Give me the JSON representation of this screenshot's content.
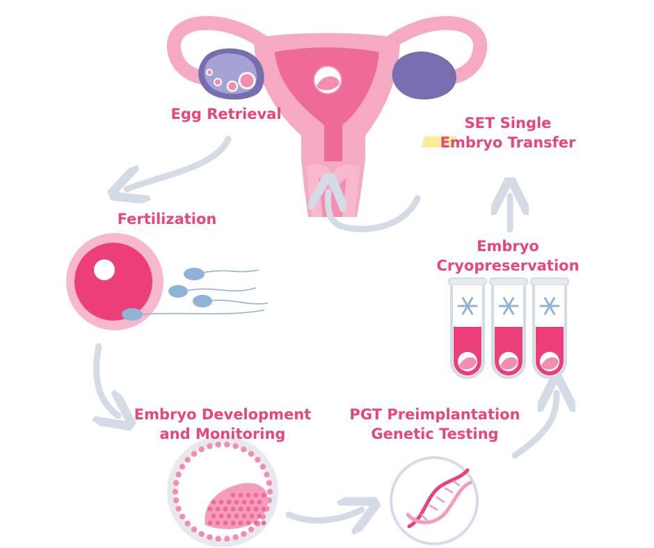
{
  "colors": {
    "label": "#e8457c",
    "arrow": "#d3dbe7",
    "uterus": "#f5a9c2",
    "uterus_inner": "#ee6a98",
    "ovary": "#a7a2d6",
    "ovary_dark": "#766eae",
    "embryo": "#f28db0",
    "dna": "#f59ab9"
  },
  "steps": {
    "egg_retrieval": "Egg Retrieval",
    "fertilization": "Fertilization",
    "embryo_development_line1": "Embryo Development",
    "embryo_development_line2": "and Monitoring",
    "pgt_line1": "PGT Preimplantation",
    "pgt_line2": "Genetic Testing",
    "cryo_line1": "Embryo",
    "cryo_line2": "Cryopreservation",
    "set_line1": "SET Single",
    "set_line2": "Embryo Transfer"
  }
}
